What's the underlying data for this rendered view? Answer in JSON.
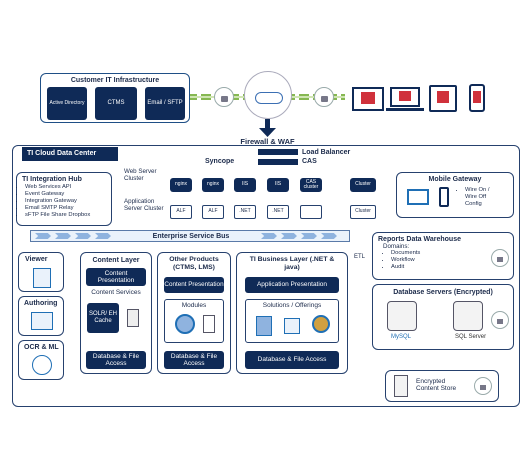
{
  "customer_infra": {
    "title": "Customer IT Infrastructure",
    "items": [
      "Active Directory",
      "CTMS",
      "Email / SFTP"
    ]
  },
  "firewall": "Firewall & WAF",
  "cloud_title": "TI Cloud Data Center",
  "syncope": "Syncope",
  "load_balancer": "Load Balancer",
  "cas": "CAS",
  "web_cluster_label": "Web Server Cluster",
  "app_cluster_label": "Application Server Cluster",
  "web_nodes": [
    "nginx",
    "nginx",
    "IIS",
    "IIS",
    "CAS cluster",
    "Cluster"
  ],
  "app_nodes": [
    "ALF",
    "ALF",
    ".NET",
    ".NET",
    "",
    "Cluster"
  ],
  "integration_hub": {
    "title": "TI Integration Hub",
    "items": [
      "Web Services API",
      "Event Gateway",
      "Integration Gateway",
      "Email SMTP Relay",
      "sFTP File Share Dropbox"
    ]
  },
  "mobile_gateway": {
    "title": "Mobile Gateway",
    "items": [
      "Wire On /",
      "Wire Off",
      "Config"
    ]
  },
  "esb": "Enterprise Service Bus",
  "reports": {
    "title": "Reports Data Warehouse",
    "domains_label": "Domains:",
    "items": [
      "Documents",
      "Workflow",
      "Audit"
    ]
  },
  "etl": "ETL",
  "side": [
    "Viewer",
    "Authoring",
    "OCR & ML"
  ],
  "content_layer": {
    "title": "Content Layer",
    "presentation": "Content Presentation",
    "services": "Content Services",
    "cache": "SOLR/ EH Cache",
    "access": "Database & File Access"
  },
  "other_products": {
    "title": "Other Products (CTMS, LMS)",
    "presentation": "Content Presentation",
    "modules": "Modules",
    "access": "Database & File Access"
  },
  "business_layer": {
    "title": "TI Business Layer (.NET & java)",
    "presentation": "Application Presentation",
    "solutions": "Solutions / Offerings",
    "access": "Database & File Access"
  },
  "db_servers": {
    "title": "Database Servers (Encrypted)",
    "mysql": "MySQL",
    "sqlserver": "SQL Server"
  },
  "content_store": "Encrypted Content Store",
  "colors": {
    "navy": "#0f2a57",
    "accent": "#1f6fb5",
    "red": "#d0313b",
    "green": "#7dbb3c"
  }
}
